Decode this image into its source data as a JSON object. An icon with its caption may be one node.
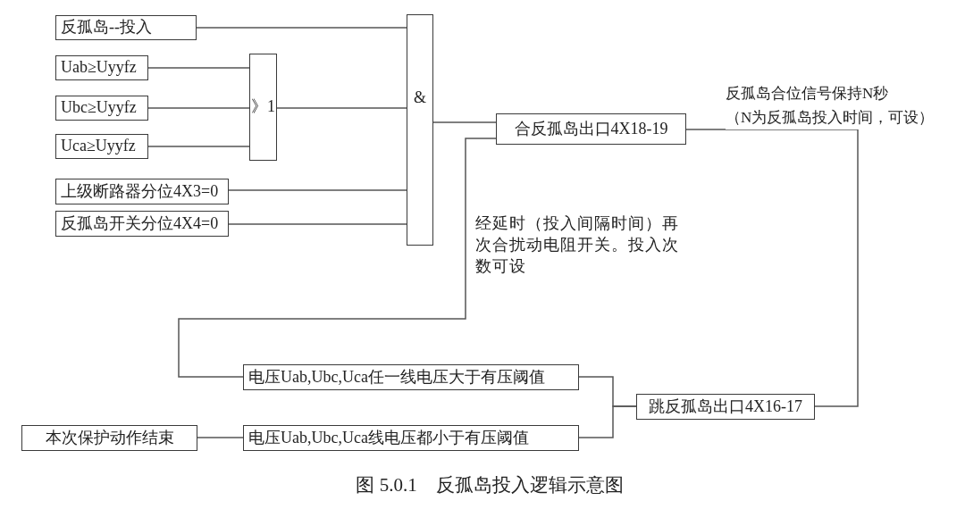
{
  "diagram": {
    "caption": "图 5.0.1　反孤岛投入逻辑示意图",
    "nodes": [
      {
        "text": [
          "反孤岛--投入"
        ]
      },
      {
        "text": [
          "Uab≥Uyyfz"
        ]
      },
      {
        "text": [
          "Ubc≥Uyyfz"
        ]
      },
      {
        "text": [
          "Uca≥Uyyfz"
        ]
      },
      {
        "text": [
          "》1"
        ]
      },
      {
        "text": [
          "上级断路器分位4X3=0"
        ]
      },
      {
        "text": [
          "反孤岛开关分位4X4=0"
        ]
      },
      {
        "text": [
          "&"
        ]
      },
      {
        "text": [
          "合反孤岛出口4X18-19"
        ]
      },
      {
        "text": [
          "电压Uab,Ubc,Uca任一线电压大于有压阈值"
        ]
      },
      {
        "text": [
          "跳反孤岛出口4X16-17"
        ]
      },
      {
        "text": [
          "本次保护动作结束"
        ]
      },
      {
        "text": [
          "电压Uab,Ubc,Uca线电压都小于有压阈值"
        ]
      }
    ],
    "edges": [
      {
        "from": 0,
        "to": 7,
        "arrow": "none"
      },
      {
        "from": 1,
        "to": 4,
        "arrow": "none"
      },
      {
        "from": 2,
        "to": 4,
        "arrow": "none"
      },
      {
        "from": 3,
        "to": 4,
        "arrow": "none"
      },
      {
        "from": 4,
        "to": 7,
        "arrow": "none"
      },
      {
        "from": 5,
        "to": 7,
        "arrow": "none"
      },
      {
        "from": 6,
        "to": 7,
        "arrow": "none"
      },
      {
        "from": 7,
        "to": 8,
        "arrow": "none"
      },
      {
        "from": 8,
        "to": 10,
        "arrow": "none",
        "label": "反孤岛合位信号保持N秒（N为反孤岛投入时间，可设）"
      },
      {
        "from": 9,
        "to": 8,
        "arrow": "none",
        "label": "经延时（投入间隔时间）再次合扰动电阻开关。投入次数可设"
      },
      {
        "from": 10,
        "to": 9,
        "arrow": "none"
      },
      {
        "from": 10,
        "to": 12,
        "arrow": "none"
      },
      {
        "from": 12,
        "to": 11,
        "arrow": "none"
      }
    ]
  }
}
